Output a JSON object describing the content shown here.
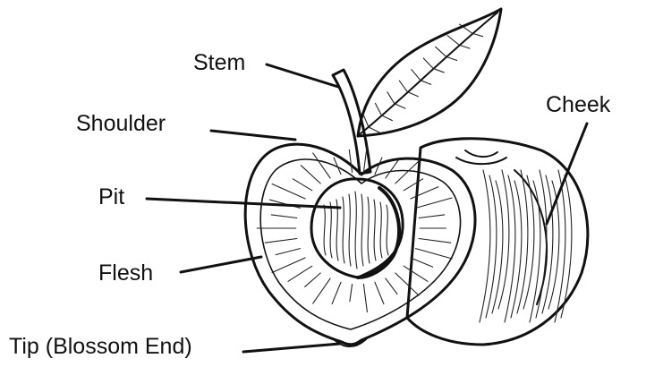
{
  "diagram": {
    "labels": {
      "stem": "Stem",
      "shoulder": "Shoulder",
      "pit": "Pit",
      "flesh": "Flesh",
      "tip": "Tip (Blossom End)",
      "cheek": "Cheek"
    }
  }
}
